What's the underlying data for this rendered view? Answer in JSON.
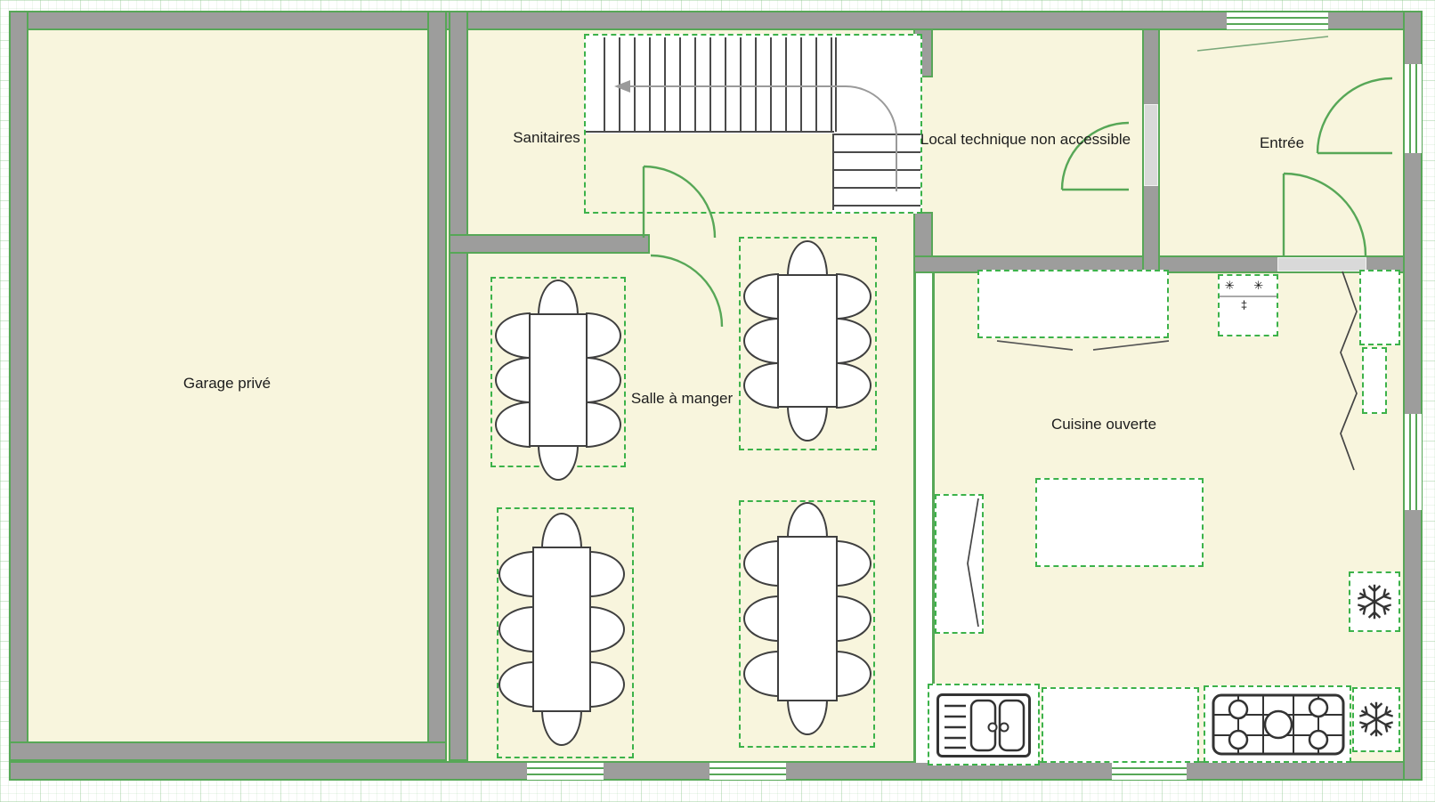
{
  "colors": {
    "wall_gray": "#9d9d9c",
    "wall_green": "#57a757",
    "furniture_green": "#3cb24a",
    "floor_cream": "#f8f5dd",
    "outline_dark": "#3f3f3f",
    "stair_gray": "#9a9a9a"
  },
  "rooms": {
    "garage": {
      "label": "Garage privé"
    },
    "sanitaires": {
      "label": "Sanitaires"
    },
    "local_technique": {
      "label": "Local technique non accessible"
    },
    "entree": {
      "label": "Entrée"
    },
    "salle_a_manger": {
      "label": "Salle à manger"
    },
    "cuisine": {
      "label": "Cuisine ouverte"
    }
  },
  "kitchen": {
    "appliance_symbols": "✳ ✳ ‡"
  }
}
